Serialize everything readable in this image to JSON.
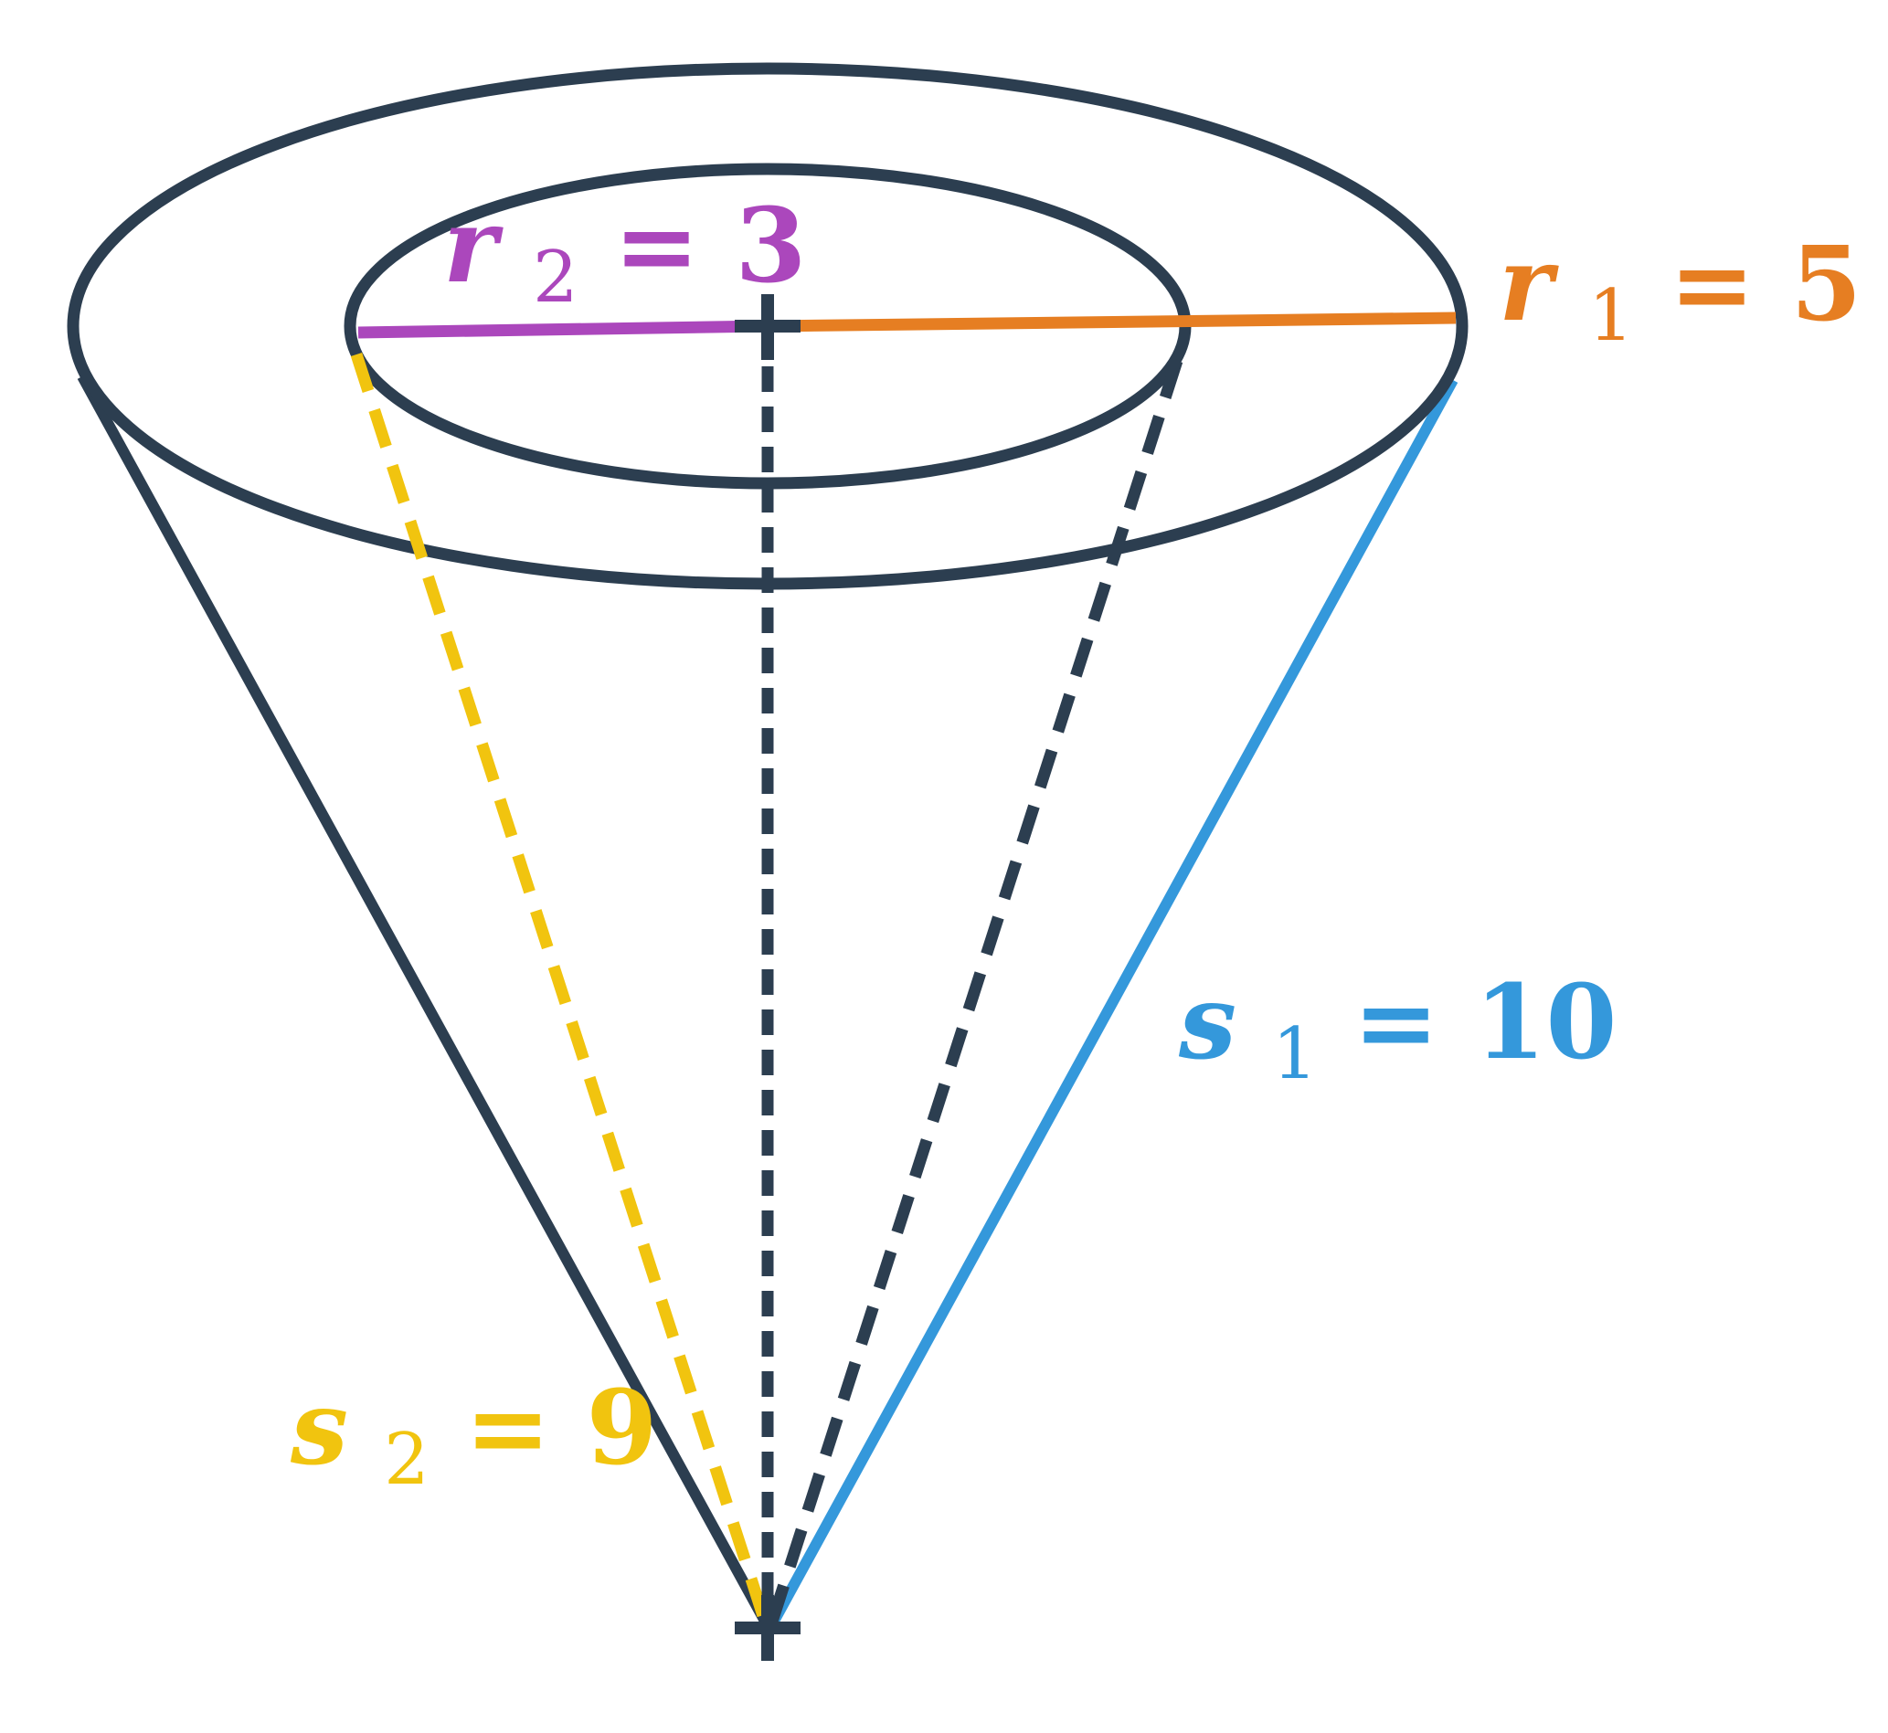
{
  "colors": {
    "outline": "#2c3e50",
    "r1": "#e67e22",
    "r2": "#ab47bc",
    "s1": "#3498db",
    "s2": "#f1c40f",
    "background": "#ffffff"
  },
  "labels": {
    "r1": {
      "var": "r",
      "sub": "1",
      "eq": " = ",
      "value": "5"
    },
    "r2": {
      "var": "r",
      "sub": "2",
      "eq": " = ",
      "value": "3"
    },
    "s1": {
      "var": "s",
      "sub": "1",
      "eq": " = ",
      "value": "10"
    },
    "s2": {
      "var": "s",
      "sub": "2",
      "eq": " = ",
      "value": "9"
    }
  }
}
